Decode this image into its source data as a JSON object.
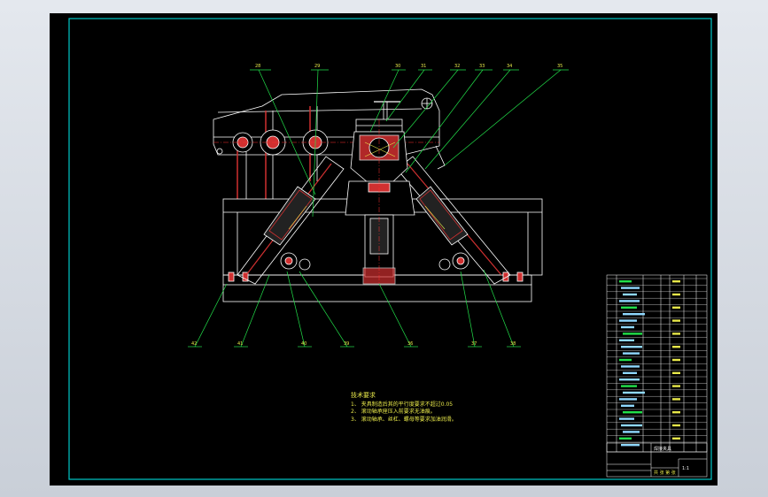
{
  "drawing": {
    "colors": {
      "background": "#000000",
      "frame": "#00c8c8",
      "outline": "#ffffff",
      "leader": "#22e04a",
      "text": "#e8e84a",
      "section_fill": "#d03030",
      "centerline": "#ff3030"
    },
    "callouts": [
      "28",
      "29",
      "30",
      "31",
      "32",
      "33",
      "34",
      "35",
      "36",
      "37",
      "38",
      "39",
      "40",
      "41",
      "42"
    ],
    "technical_requirements": {
      "title": "技术要求",
      "items": [
        "1、 夹具制造后其的平行度要求不超过0.05",
        "2、 滚动轴承座压入前要求无油痕。",
        "3、 滚动轴承、丝杠、螺母等要求加油润滑。"
      ]
    },
    "title_block": {
      "drawing_name": "焊接夹具",
      "scale_label": "1:1",
      "sheet_label": "共 张 第 张"
    }
  }
}
